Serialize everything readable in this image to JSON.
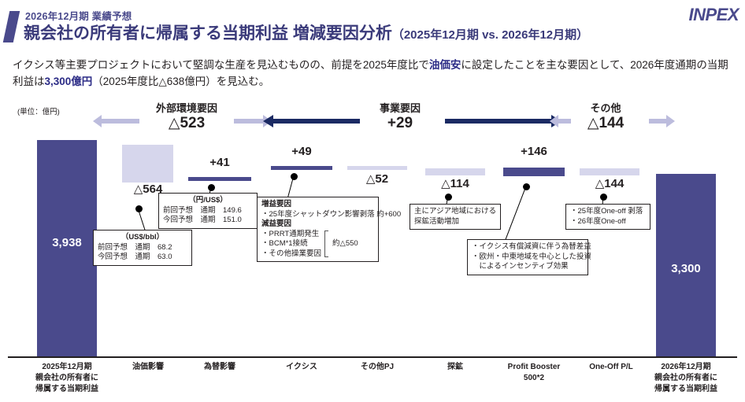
{
  "header": {
    "kicker": "2026年12月期 業績予想",
    "title": "親会社の所有者に帰属する当期利益 増減要因分析",
    "title_sub": "（2025年12月期 vs. 2026年12月期）",
    "logo": "INPEX",
    "brand_color": "#4a4a8c"
  },
  "lead": {
    "line1_a": "イクシス等主要プロジェクトにおいて堅調な生産を見込むものの、前提を2025年度比で",
    "line1_em": "油価安",
    "line1_b": "に設定したことを主な要因として、2026年度通期",
    "line2_a": "の当期利益は",
    "line2_em": "3,300億円",
    "line2_b": "（2025年度比△638億円）を見込む。"
  },
  "unit_note": "(単位：億円)",
  "groups": [
    {
      "label": "外部環境要因",
      "value": "△523"
    },
    {
      "label": "事業要因",
      "value": "+29"
    },
    {
      "label": "その他",
      "value": "△144"
    }
  ],
  "chart_data": {
    "type": "bar",
    "title": "親会社の所有者に帰属する当期利益 増減要因分析",
    "subtitle": "（2025年12月期 vs. 2026年12月期）",
    "ylabel": "億円",
    "unit": "億円",
    "categories": [
      "2025年12月期\n親会社の所有者に\n帰属する当期利益",
      "油価影響",
      "為替影響",
      "イクシス",
      "その他PJ",
      "探鉱",
      "Profit Booster 500*2",
      "One-Off P/L",
      "2026年12月期\n親会社の所有者に\n帰属する当期利益"
    ],
    "values": [
      3938,
      -564,
      41,
      49,
      -52,
      -114,
      146,
      -144,
      3300
    ],
    "labels": [
      "3,938",
      "△564",
      "+41",
      "+49",
      "△52",
      "△114",
      "+146",
      "△144",
      "3,300"
    ],
    "kinds": [
      "total",
      "decrease",
      "increase",
      "increase",
      "decrease",
      "decrease",
      "increase",
      "decrease",
      "total"
    ],
    "group_totals": {
      "外部環境要因": -523,
      "事業要因": 29,
      "その他": -144
    },
    "ylim": [
      0,
      4300
    ],
    "grid": false,
    "legend": false,
    "colors": {
      "total": "#4a4a8c",
      "increase": "#4a4a8c",
      "decrease": "#d6d6ec"
    }
  },
  "bars": [
    {
      "name": "fy2025-total",
      "label": "3,938",
      "kind": "total"
    },
    {
      "name": "oil-price",
      "label": "△564",
      "kind": "decrease"
    },
    {
      "name": "fx",
      "label": "+41",
      "kind": "increase"
    },
    {
      "name": "ichthys",
      "label": "+49",
      "kind": "increase"
    },
    {
      "name": "other-pj",
      "label": "△52",
      "kind": "decrease"
    },
    {
      "name": "exploration",
      "label": "△114",
      "kind": "decrease"
    },
    {
      "name": "profit-booster",
      "label": "+146",
      "kind": "increase"
    },
    {
      "name": "one-off",
      "label": "△144",
      "kind": "decrease"
    },
    {
      "name": "fy2026-total",
      "label": "3,300",
      "kind": "total"
    }
  ],
  "callouts": {
    "oil": {
      "title": "（US$/bbl）",
      "r1": "前回予想　通期　68.2",
      "r2": "今回予想　通期　63.0"
    },
    "fx": {
      "title": "（円/US$）",
      "r1": "前回予想　通期　149.6",
      "r2": "今回予想　通期　151.0"
    },
    "ichthys": {
      "h1": "増益要因",
      "r1": "・25年度シャットダウン影響剥落 約+600",
      "h2": "減益要因",
      "r2": "・PRRT通期発生",
      "r3": "・BCM*1接続",
      "r4": "・その他操業要因",
      "r5": "約△550"
    },
    "exploration": {
      "r1": "主にアジア地域における",
      "r2": "探鉱活動増加"
    },
    "profit_booster": {
      "r1": "・イクシス有償減資に伴う為替差益",
      "r2": "・欧州・中東地域を中心とした投資",
      "r3": "　によるインセンティブ効果"
    },
    "one_off": {
      "r1": "・25年度One-off 剥落",
      "r2": "・26年度One-off"
    }
  },
  "axis_labels": [
    {
      "l1": "2025年12月期",
      "l2": "親会社の所有者に",
      "l3": "帰属する当期利益"
    },
    {
      "l1": "油価影響",
      "l2": "",
      "l3": ""
    },
    {
      "l1": "為替影響",
      "l2": "",
      "l3": ""
    },
    {
      "l1": "イクシス",
      "l2": "",
      "l3": ""
    },
    {
      "l1": "その他PJ",
      "l2": "",
      "l3": ""
    },
    {
      "l1": "探鉱",
      "l2": "",
      "l3": ""
    },
    {
      "l1": "Profit Booster",
      "l2": "500*2",
      "l3": ""
    },
    {
      "l1": "One-Off P/L",
      "l2": "",
      "l3": ""
    },
    {
      "l1": "2026年12月期",
      "l2": "親会社の所有者に",
      "l3": "帰属する当期利益"
    }
  ]
}
